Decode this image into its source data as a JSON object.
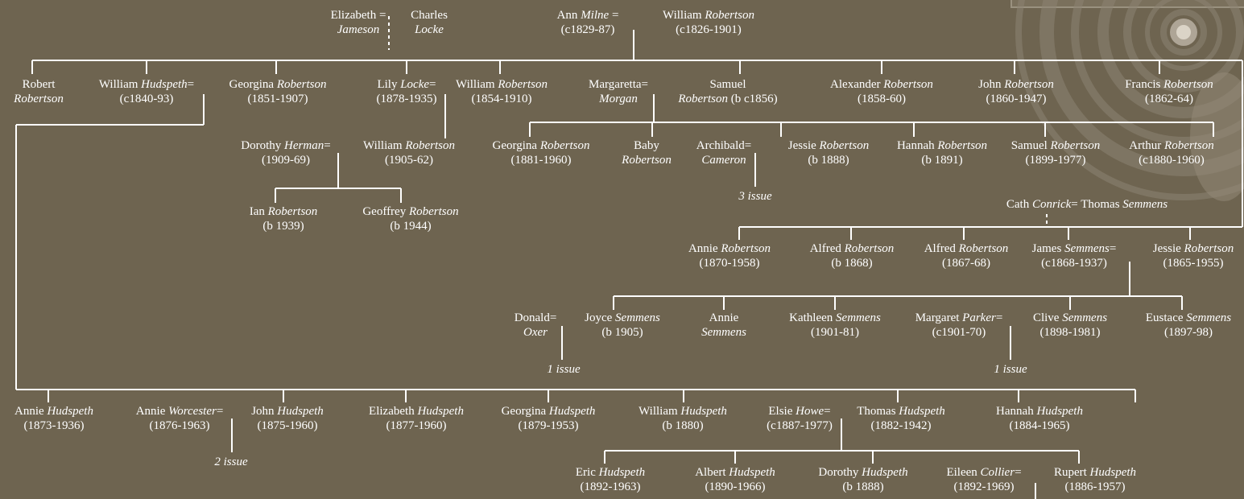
{
  "marks": [
    "=",
    "="
  ],
  "people": [
    {
      "id": "elizabeth",
      "first": "Elizabeth =",
      "last": "Jameson",
      "dates": ""
    },
    {
      "id": "charles",
      "first": "Charles",
      "last": "Locke",
      "dates": ""
    },
    {
      "id": "ann",
      "first": "Ann ",
      "last": "Milne",
      "suffix": " =",
      "dates": "(c1829-87)"
    },
    {
      "id": "william_sr",
      "first": "William ",
      "last": "Robertson",
      "dates": "(c1826-1901)"
    },
    {
      "id": "robert",
      "first": "Robert",
      "last": "Robertson",
      "dates": ""
    },
    {
      "id": "william_hud",
      "first": "William ",
      "last": "Hudspeth",
      "suffix": "=",
      "dates": "(c1840-93)"
    },
    {
      "id": "georgina",
      "first": "Georgina ",
      "last": "Robertson",
      "dates": "(1851-1907)"
    },
    {
      "id": "lily",
      "first": "Lily ",
      "last": "Locke",
      "suffix": "=",
      "dates": "(1878-1935)"
    },
    {
      "id": "william_rob",
      "first": "William ",
      "last": "Robertson",
      "dates": "(1854-1910)"
    },
    {
      "id": "margaretta",
      "first": "Margaretta=",
      "last": "Morgan",
      "dates": ""
    },
    {
      "id": "samuel",
      "first": "Samuel",
      "last": "Robertson",
      "suffix2": " (b c1856)",
      "dates": ""
    },
    {
      "id": "alexander",
      "first": "Alexander ",
      "last": "Robertson",
      "dates": "(1858-60)"
    },
    {
      "id": "john",
      "first": "John ",
      "last": "Robertson",
      "dates": "(1860-1947)"
    },
    {
      "id": "francis",
      "first": "Francis ",
      "last": "Robertson",
      "dates": "(1862-64)"
    },
    {
      "id": "dorothy_h",
      "first": "Dorothy ",
      "last": "Herman",
      "suffix": "=",
      "dates": "(1909-69)"
    },
    {
      "id": "william_r2",
      "first": "William ",
      "last": "Robertson",
      "dates": "(1905-62)"
    },
    {
      "id": "georgina2",
      "first": "Georgina ",
      "last": "Robertson",
      "dates": "(1881-1960)"
    },
    {
      "id": "baby",
      "first": "Baby",
      "last": "Robertson",
      "dates": ""
    },
    {
      "id": "archibald",
      "first": "Archibald=",
      "last": "Cameron",
      "dates": ""
    },
    {
      "id": "jessie_r",
      "first": "Jessie ",
      "last": "Robertson",
      "dates": "(b 1888)"
    },
    {
      "id": "hannah_r",
      "first": "Hannah ",
      "last": "Robertson",
      "dates": "(b 1891)"
    },
    {
      "id": "samuel_r2",
      "first": "Samuel ",
      "last": "Robertson",
      "dates": "(1899-1977)"
    },
    {
      "id": "arthur",
      "first": "Arthur ",
      "last": "Robertson",
      "dates": "(c1880-1960)"
    },
    {
      "id": "ian",
      "first": "Ian ",
      "last": "Robertson",
      "dates": "(b 1939)"
    },
    {
      "id": "geoffrey",
      "first": "Geoffrey ",
      "last": "Robertson",
      "dates": "(b 1944)"
    },
    {
      "id": "cath",
      "first": "Cath ",
      "last": "Conrick",
      "suffix": "= Thomas ",
      "last2": "Semmens",
      "dates": ""
    },
    {
      "id": "annie_r",
      "first": "Annie ",
      "last": "Robertson",
      "dates": "(1870-1958)"
    },
    {
      "id": "alfred1",
      "first": "Alfred ",
      "last": "Robertson",
      "dates": "(b 1868)"
    },
    {
      "id": "alfred2",
      "first": "Alfred ",
      "last": "Robertson",
      "dates": "(1867-68)"
    },
    {
      "id": "james_s",
      "first": "James ",
      "last": "Semmens",
      "suffix": "=",
      "dates": "(c1868-1937)"
    },
    {
      "id": "jessie_r2",
      "first": "Jessie ",
      "last": "Robertson",
      "dates": "(1865-1955)"
    },
    {
      "id": "donald",
      "first": "Donald=",
      "last": "Oxer",
      "dates": ""
    },
    {
      "id": "joyce",
      "first": "Joyce ",
      "last": "Semmens",
      "dates": "(b 1905)"
    },
    {
      "id": "annie_s",
      "first": "Annie",
      "last": "Semmens",
      "dates": ""
    },
    {
      "id": "kathleen",
      "first": "Kathleen ",
      "last": "Semmens",
      "dates": "(1901-81)"
    },
    {
      "id": "margaret",
      "first": "Margaret ",
      "last": "Parker",
      "suffix": "=",
      "dates": "(c1901-70)"
    },
    {
      "id": "clive",
      "first": "Clive ",
      "last": "Semmens",
      "dates": "(1898-1981)"
    },
    {
      "id": "eustace",
      "first": "Eustace ",
      "last": "Semmens",
      "dates": "(1897-98)"
    },
    {
      "id": "annie_h",
      "first": "Annie ",
      "last": "Hudspeth",
      "dates": "(1873-1936)"
    },
    {
      "id": "annie_w",
      "first": "Annie ",
      "last": "Worcester",
      "suffix": "=",
      "dates": "(1876-1963)"
    },
    {
      "id": "john_h",
      "first": "John ",
      "last": "Hudspeth",
      "dates": "(1875-1960)"
    },
    {
      "id": "elizabeth_h",
      "first": "Elizabeth ",
      "last": "Hudspeth",
      "dates": "(1877-1960)"
    },
    {
      "id": "georgina_h",
      "first": "Georgina ",
      "last": "Hudspeth",
      "dates": "(1879-1953)"
    },
    {
      "id": "william_h2",
      "first": "William ",
      "last": "Hudspeth",
      "dates": "(b 1880)"
    },
    {
      "id": "elsie",
      "first": "Elsie ",
      "last": "Howe",
      "suffix": "=",
      "dates": "(c1887-1977)"
    },
    {
      "id": "thomas_h",
      "first": "Thomas ",
      "last": "Hudspeth",
      "dates": "(1882-1942)"
    },
    {
      "id": "hannah_h",
      "first": "Hannah ",
      "last": "Hudspeth",
      "dates": "(1884-1965)"
    },
    {
      "id": "eric",
      "first": "Eric ",
      "last": "Hudspeth",
      "dates": "(1892-1963)"
    },
    {
      "id": "albert",
      "first": "Albert ",
      "last": "Hudspeth",
      "dates": "(1890-1966)"
    },
    {
      "id": "dorothy_hud",
      "first": "Dorothy ",
      "last": "Hudspeth",
      "dates": "(b 1888)"
    },
    {
      "id": "eileen",
      "first": "Eileen ",
      "last": "Collier",
      "suffix": "=",
      "dates": "(1892-1969)"
    },
    {
      "id": "rupert",
      "first": "Rupert ",
      "last": "Hudspeth",
      "dates": "(1886-1957)"
    }
  ],
  "issues": [
    {
      "id": "issue_archibald",
      "text": "3 issue"
    },
    {
      "id": "issue_donald",
      "text": "1 issue"
    },
    {
      "id": "issue_margaret",
      "text": "1 issue"
    },
    {
      "id": "issue_annie_w",
      "text": "2 issue"
    }
  ],
  "colors": {
    "background": "#6e6450",
    "text": "#ffffff",
    "lines": "#ffffff"
  }
}
